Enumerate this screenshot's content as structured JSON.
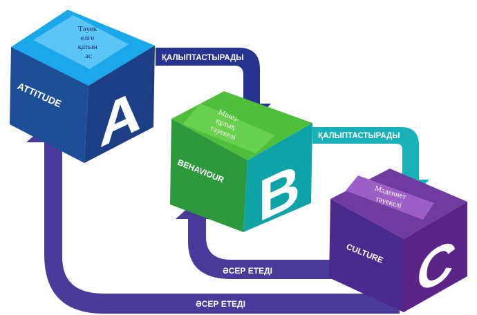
{
  "cubes": [
    {
      "id": "a",
      "letter": "A",
      "side_word": "ATTITUDE",
      "top_lines": [
        "Тәуек",
        "елге",
        "қатын",
        "ас"
      ],
      "colors": {
        "top": "#1aa8ea",
        "front": "#1f4e99",
        "side": "#1d3f86",
        "label": "#5fc7f5"
      }
    },
    {
      "id": "b",
      "letter": "B",
      "side_word": "BEHAVIOUR",
      "top_lines": [
        "Мінез-",
        "құлық",
        "тәуекелі"
      ],
      "colors": {
        "top": "#4fbf3b",
        "front": "#2c9a3c",
        "side": "#0ea3a6",
        "label": "#69d04f"
      }
    },
    {
      "id": "c",
      "letter": "C",
      "side_word": "CULTURE",
      "top_lines": [
        "Мәдениет",
        "тәуекелі"
      ],
      "colors": {
        "top": "#6e3c9e",
        "front": "#4a2a8c",
        "side": "#5b2588",
        "label": "#9d5fc6"
      }
    }
  ],
  "arrows": {
    "a_to_b": "ҚАЛЫПТАСТЫРАДЫ",
    "b_to_c": "ҚАЛЫПТАСТЫРАДЫ",
    "c_to_b": "ӘСЕР ЕТЕДІ",
    "c_to_a": "ӘСЕР ЕТЕДІ"
  },
  "colors": {
    "arrow_navy": "#26338f",
    "arrow_teal": "#19b1b8",
    "arrow_purple": "#4a3a9a",
    "text_white": "#ffffff",
    "text_navy": "#1d2a6e"
  }
}
